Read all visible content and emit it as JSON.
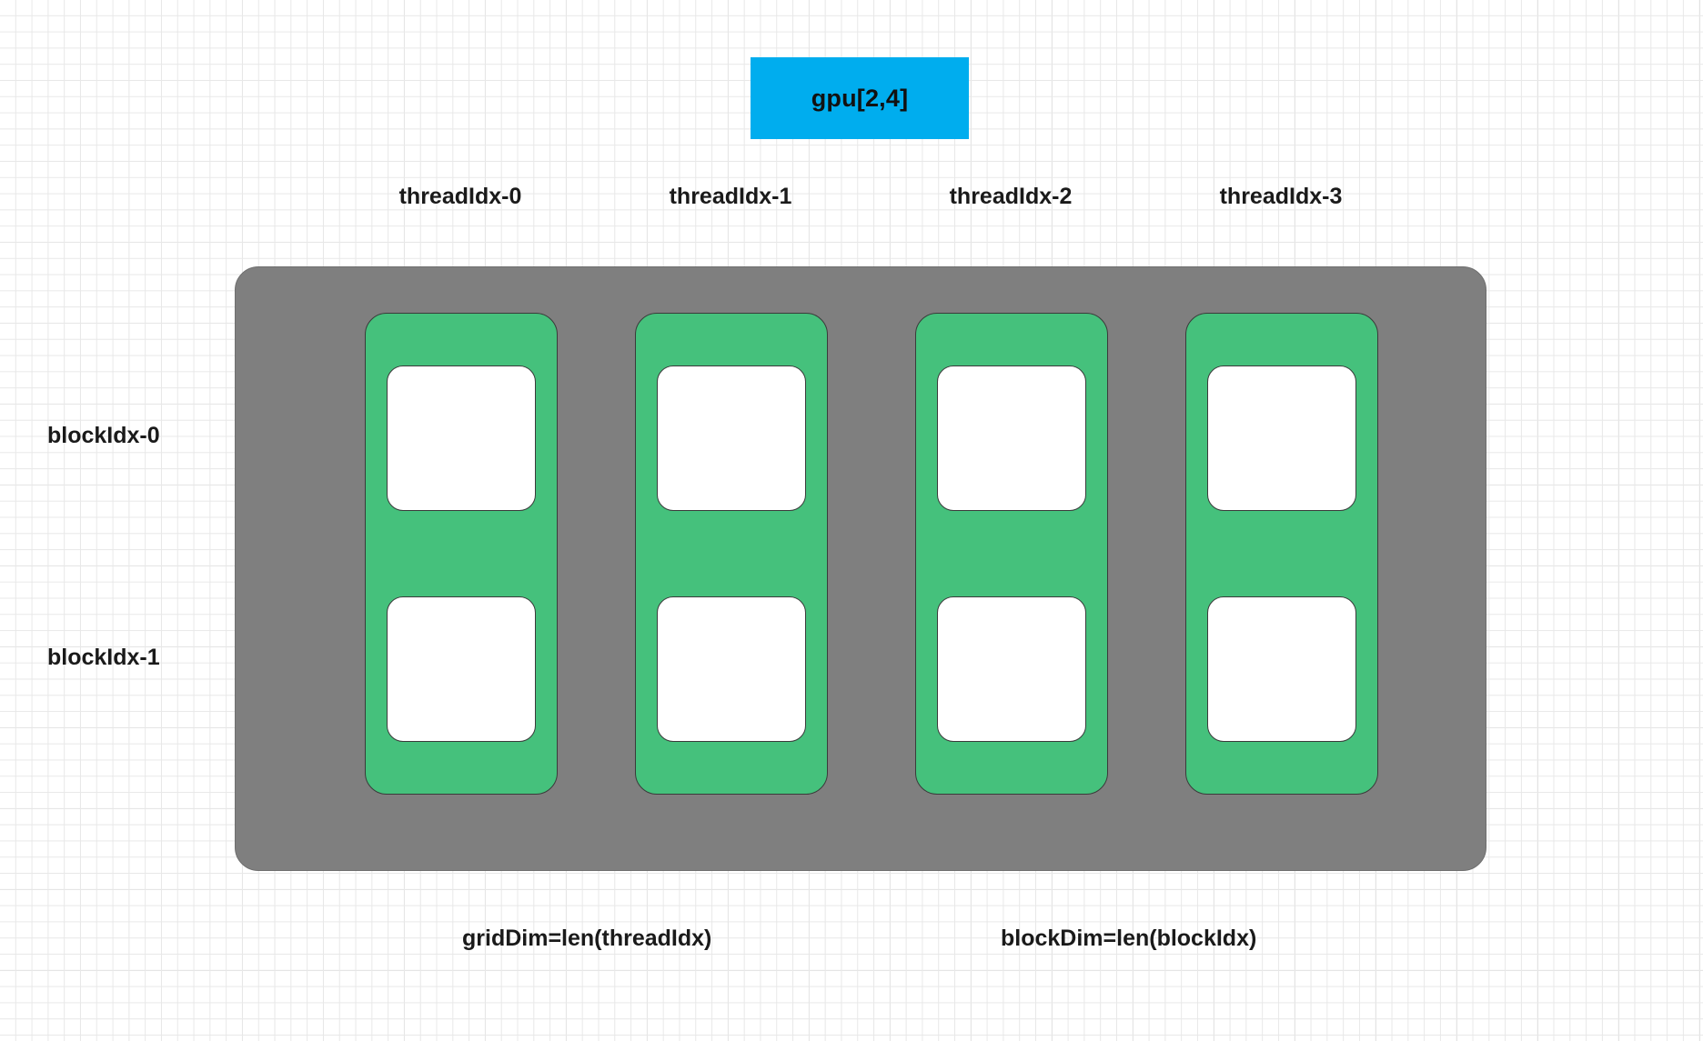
{
  "title_chip": {
    "label": "gpu[2,4]",
    "color": "#00adee"
  },
  "colors": {
    "chip_blue": "#00adee",
    "gpu_body_gray": "#7f7f7f",
    "thread_column_green": "#45c17c",
    "block_cell_white": "#ffffff",
    "text_dark": "#1a1a1a",
    "grid_line_minor": "#e8e8e8",
    "grid_line_major": "#d8d8d8"
  },
  "column_headers": [
    {
      "label": "threadIdx-0"
    },
    {
      "label": "threadIdx-1"
    },
    {
      "label": "threadIdx-2"
    },
    {
      "label": "threadIdx-3"
    }
  ],
  "row_headers": [
    {
      "label": "blockIdx-0"
    },
    {
      "label": "blockIdx-1"
    }
  ],
  "footer_notes": [
    {
      "label": "gridDim=len(threadIdx)"
    },
    {
      "label": "blockDim=len(blockIdx)"
    }
  ],
  "grid": {
    "rows": 2,
    "columns": 4,
    "cells": [
      [
        {
          "label": ""
        },
        {
          "label": ""
        },
        {
          "label": ""
        },
        {
          "label": ""
        }
      ],
      [
        {
          "label": ""
        },
        {
          "label": ""
        },
        {
          "label": ""
        },
        {
          "label": ""
        }
      ]
    ]
  }
}
